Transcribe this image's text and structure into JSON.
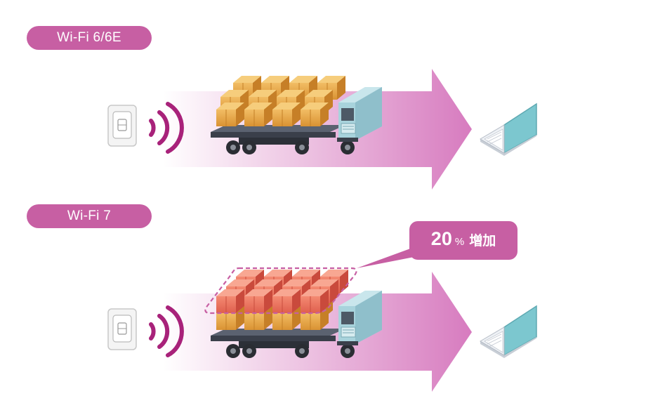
{
  "rows": [
    {
      "label": "Wi-Fi 6/6E"
    },
    {
      "label": "Wi-Fi 7"
    }
  ],
  "callout": {
    "number": "20",
    "unit": "%",
    "text": "増加"
  },
  "colors": {
    "accent": "#c75fa3",
    "arrow": "#d77bbf",
    "box": "#e8a64a",
    "box_extra": "#e9735e",
    "truck_cab": "#a8d3dc",
    "laptop_screen": "#7cc7cf"
  },
  "icons": [
    "access-point-icon",
    "wifi-signal-icon",
    "truck-icon",
    "cargo-box-icon",
    "laptop-icon",
    "arrow-icon"
  ]
}
